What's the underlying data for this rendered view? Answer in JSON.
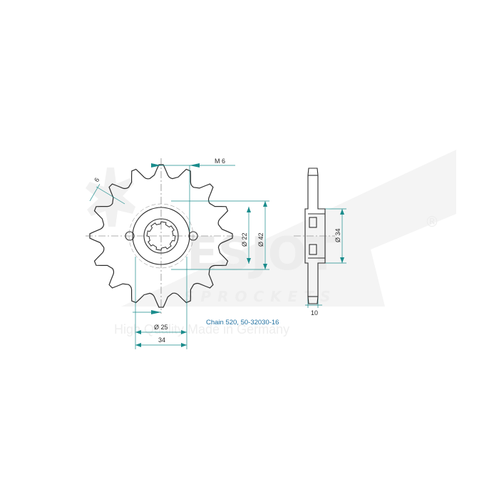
{
  "watermark": {
    "brand": "ESJOT",
    "registered": "®",
    "subbrand": "SPROCKETS",
    "tagline": "High Quality Made in Germany"
  },
  "drawing": {
    "teeth": 16,
    "caption": "Chain 520, 50-32030-16",
    "dims": {
      "bolt_thread": "M 6",
      "tooth_pitch_small": "6",
      "inner_bore": "Ø 22",
      "spline_outer": "Ø 42",
      "hole_circle": "Ø 25",
      "center_offset": "34",
      "hub_diameter": "Ø 34",
      "thickness": "10"
    }
  },
  "colors": {
    "outline": "#2c2c2c",
    "dimension": "#1a8c8c",
    "caption": "#1e6fa0",
    "watermark": "#ebebeb"
  }
}
